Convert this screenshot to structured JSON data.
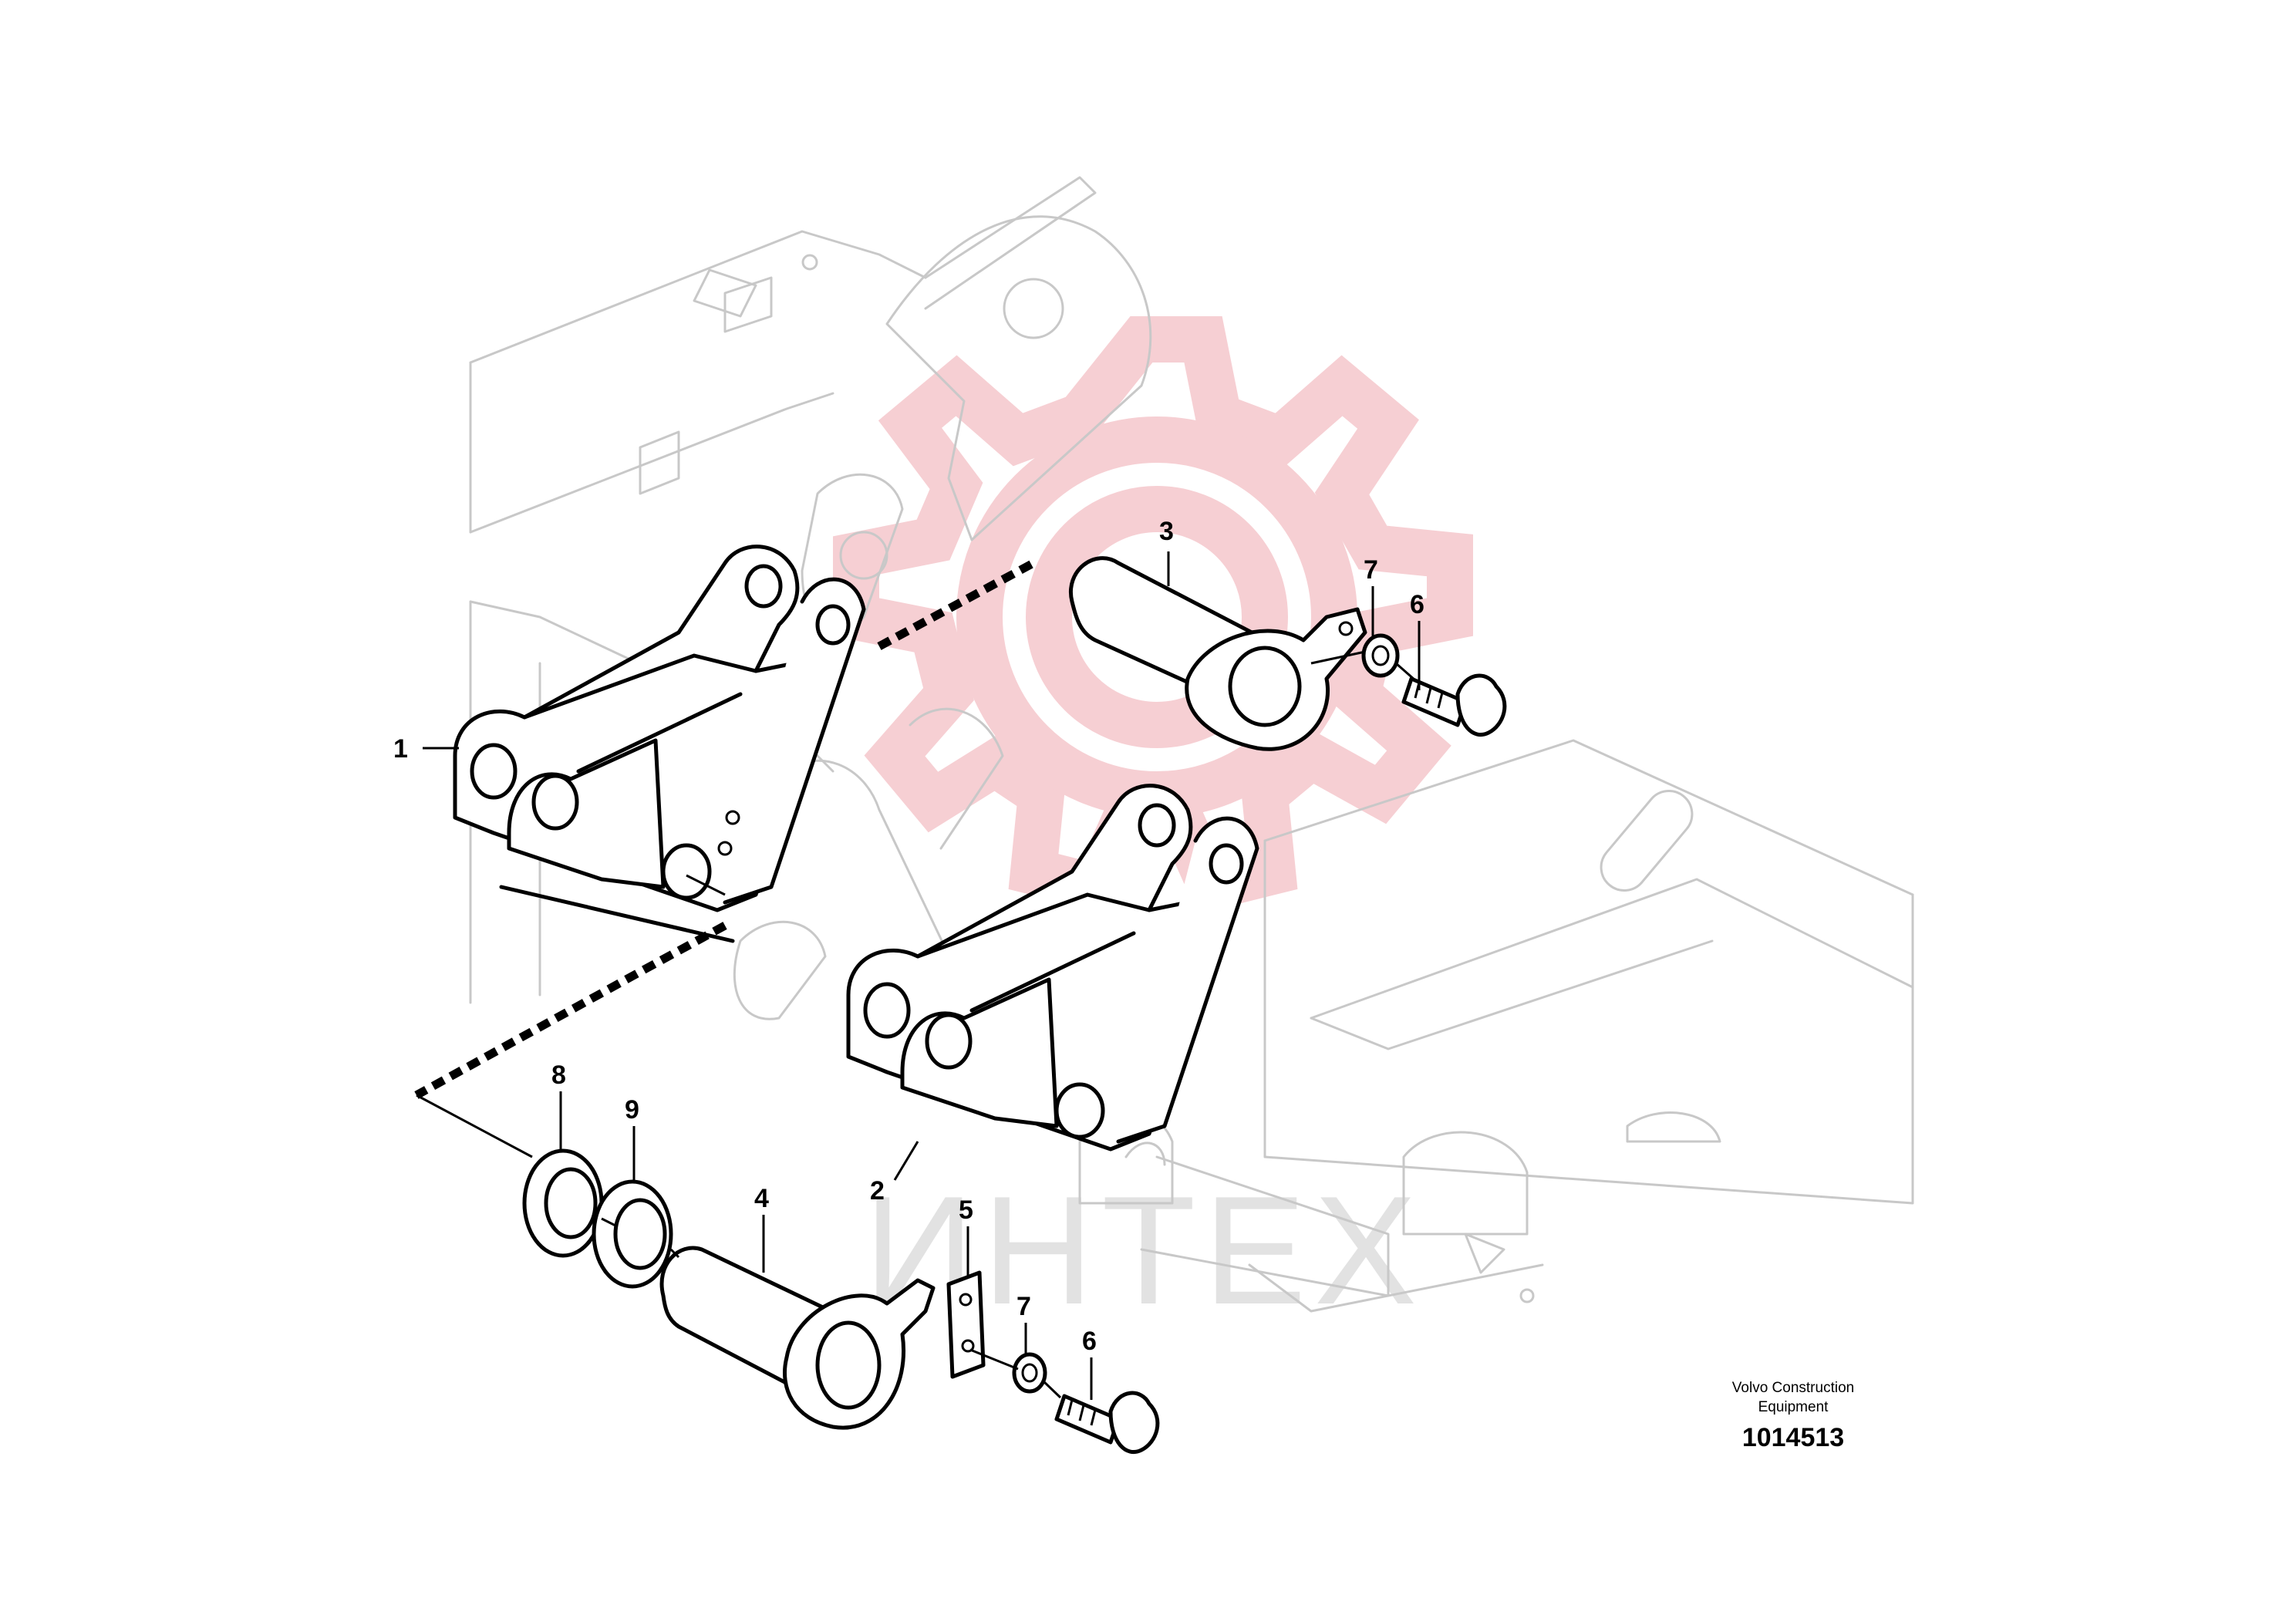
{
  "callouts": [
    {
      "label": "1"
    },
    {
      "label": "2"
    },
    {
      "label": "3"
    },
    {
      "label": "4"
    },
    {
      "label": "5"
    },
    {
      "label": "6"
    },
    {
      "label": "6"
    },
    {
      "label": "7"
    },
    {
      "label": "7"
    },
    {
      "label": "8"
    },
    {
      "label": "9"
    }
  ],
  "caption": {
    "line1": "Volvo Construction",
    "line2": "Equipment",
    "number": "1014513"
  },
  "watermark": {
    "text": "ИНТЕХ",
    "color": "#f6cfd3",
    "icon": "gear-icon"
  }
}
